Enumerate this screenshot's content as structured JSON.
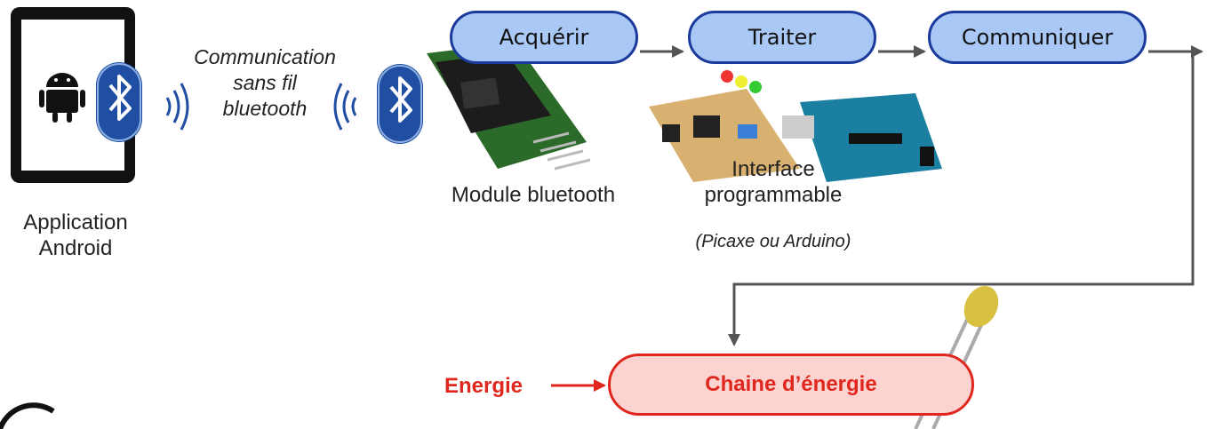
{
  "phone": {
    "label": "Application\nAndroid"
  },
  "wireless": {
    "label": "Communication\nsans fil\nbluetooth"
  },
  "module": {
    "label": "Module bluetooth"
  },
  "interface": {
    "label": "Interface\nprogrammable",
    "sublabel": "(Picaxe ou Arduino)"
  },
  "flow": {
    "acquire": "Acquérir",
    "process": "Traiter",
    "communicate": "Communiquer"
  },
  "energy": {
    "input_label": "Energie",
    "chain_label": "Chaine d’énergie"
  },
  "colors": {
    "box_fill": "#a9c8f5",
    "box_border": "#1a3a9c",
    "energy_fill": "#fbd3d1",
    "energy_border": "#e0271e",
    "bluetooth": "#1f4ea3",
    "arrow": "#555555"
  }
}
